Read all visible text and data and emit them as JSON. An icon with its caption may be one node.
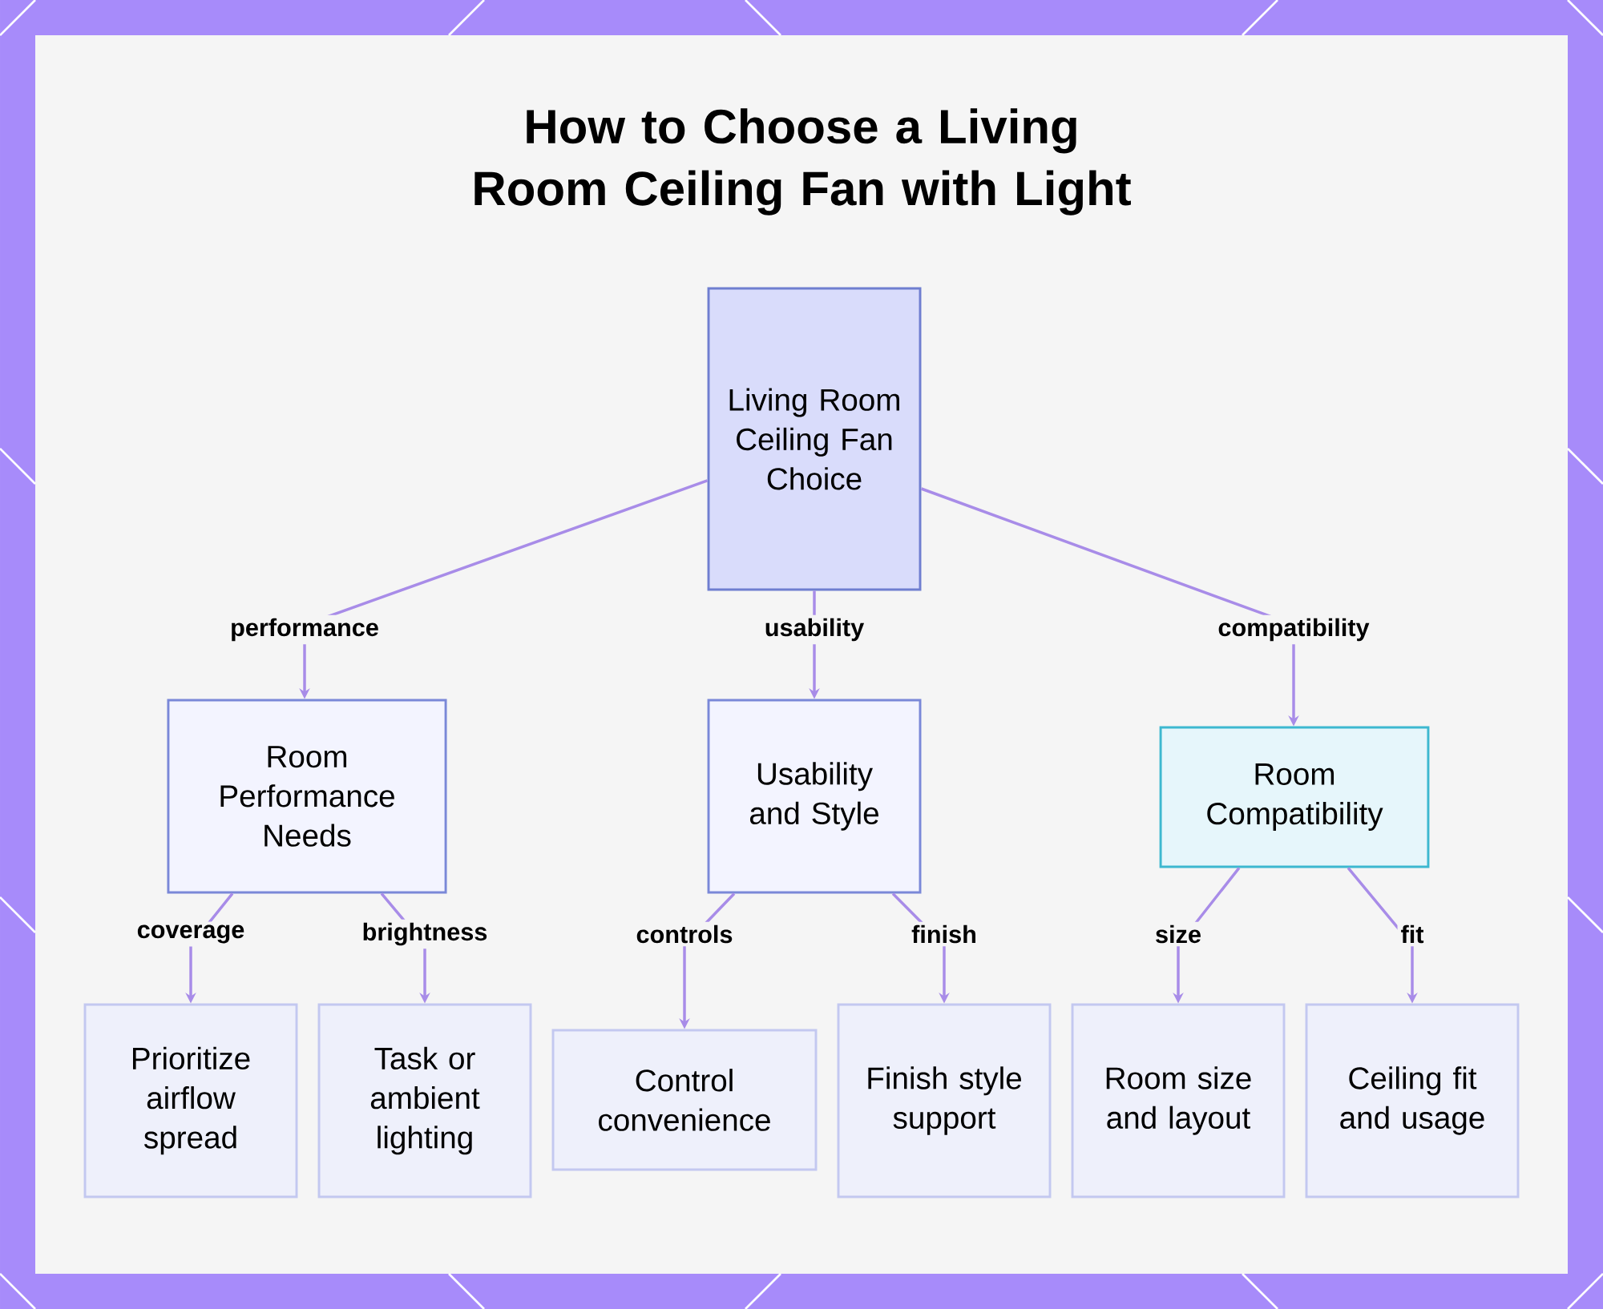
{
  "diagram": {
    "title": "How to Choose a Living Room Ceiling Fan with Light",
    "nodes": [
      {
        "text": [
          "Living Room Ceiling Fan Choice"
        ]
      },
      {
        "text": [
          "Room Performance Needs"
        ]
      },
      {
        "text": [
          "Usability and Style"
        ]
      },
      {
        "text": [
          "Room Compatibility"
        ]
      },
      {
        "text": [
          "Prioritize airflow spread"
        ]
      },
      {
        "text": [
          "Task or ambient lighting"
        ]
      },
      {
        "text": [
          "Control convenience"
        ]
      },
      {
        "text": [
          "Finish style support"
        ]
      },
      {
        "text": [
          "Room size and layout"
        ]
      },
      {
        "text": [
          "Ceiling fit and usage"
        ]
      }
    ],
    "edges": [
      {
        "from": 0,
        "to": 1,
        "arrow": "to",
        "label": "performance"
      },
      {
        "from": 0,
        "to": 2,
        "arrow": "to",
        "label": "usability"
      },
      {
        "from": 0,
        "to": 3,
        "arrow": "to",
        "label": "compatibility"
      },
      {
        "from": 1,
        "to": 4,
        "arrow": "to",
        "label": "coverage"
      },
      {
        "from": 1,
        "to": 5,
        "arrow": "to",
        "label": "brightness"
      },
      {
        "from": 2,
        "to": 6,
        "arrow": "to",
        "label": "controls"
      },
      {
        "from": 2,
        "to": 7,
        "arrow": "to",
        "label": "finish"
      },
      {
        "from": 3,
        "to": 8,
        "arrow": "to",
        "label": "size"
      },
      {
        "from": 3,
        "to": 9,
        "arrow": "to",
        "label": "fit"
      }
    ]
  }
}
